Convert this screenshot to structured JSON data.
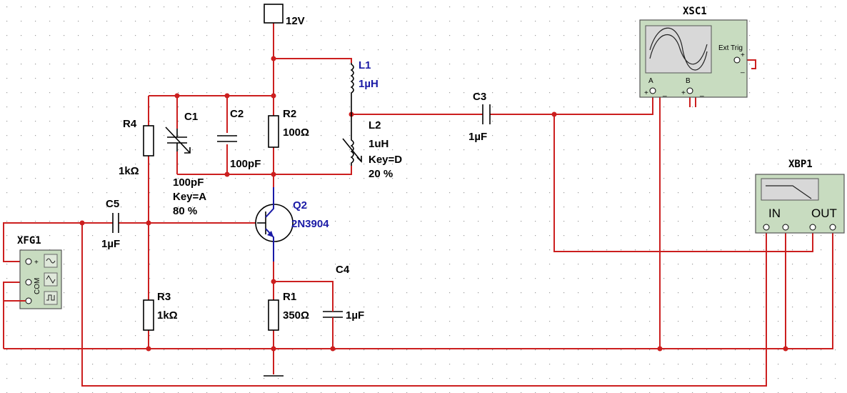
{
  "supply": {
    "label": "12V"
  },
  "components": {
    "L1": {
      "ref": "L1",
      "value": "1µH"
    },
    "L2": {
      "ref": "L2",
      "value": "1uH",
      "key": "Key=D",
      "pct": "20 %"
    },
    "C1": {
      "ref": "C1",
      "value": "100pF",
      "key": "Key=A",
      "pct": "80 %"
    },
    "C2": {
      "ref": "C2",
      "value": "100pF"
    },
    "C3": {
      "ref": "C3",
      "value": "1µF"
    },
    "C4": {
      "ref": "C4",
      "value": "1µF"
    },
    "C5": {
      "ref": "C5",
      "value": "1µF"
    },
    "R1": {
      "ref": "R1",
      "value": "350Ω"
    },
    "R2": {
      "ref": "R2",
      "value": "100Ω"
    },
    "R3": {
      "ref": "R3",
      "value": "1kΩ"
    },
    "R4": {
      "ref": "R4",
      "value": "1kΩ"
    },
    "Q2": {
      "ref": "Q2",
      "value": "2N3904"
    }
  },
  "instruments": {
    "XSC1": {
      "ref": "XSC1",
      "ext_trig": "Ext Trig",
      "chA": "A",
      "chB": "B",
      "plus": "+",
      "minus": "_"
    },
    "XBP1": {
      "ref": "XBP1",
      "in": "IN",
      "out": "OUT"
    },
    "XFG1": {
      "ref": "XFG1",
      "com": "COM",
      "plus": "+"
    }
  },
  "colors": {
    "wire": "#cc1f1f",
    "part_label": "#1a1aa6",
    "instrument_body": "#c8dcc0"
  }
}
